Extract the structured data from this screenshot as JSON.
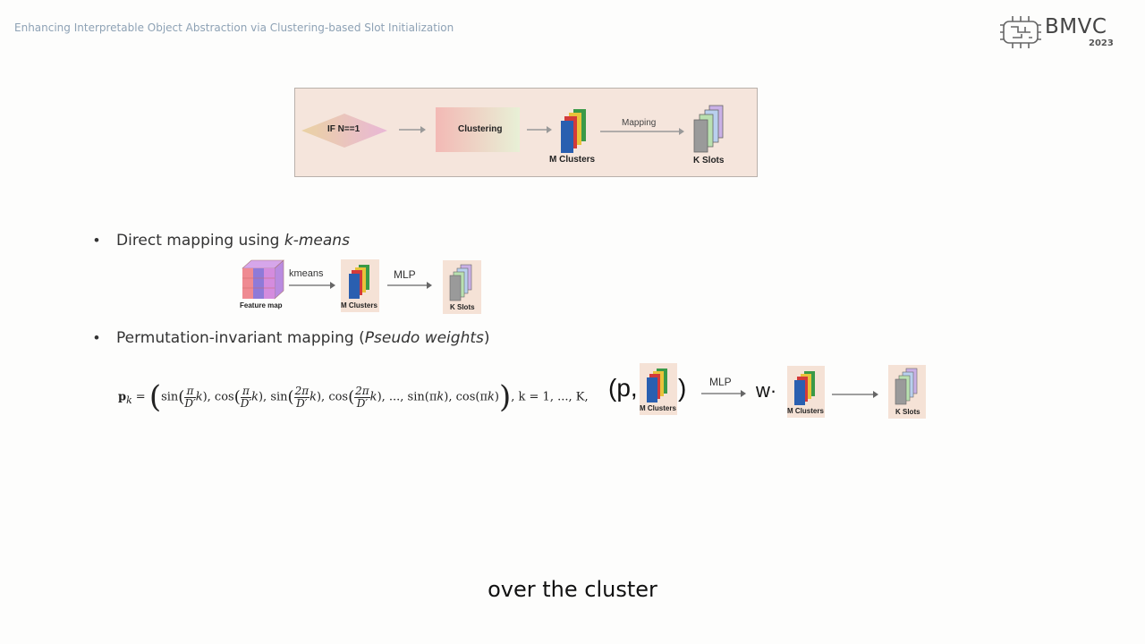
{
  "header": {
    "title": "Enhancing Interpretable Object Abstraction via Clustering-based Slot Initialization"
  },
  "logo": {
    "name": "BMVC",
    "year": "2023"
  },
  "top_diagram": {
    "condition": "IF N==1",
    "clustering": "Clustering",
    "mapping": "Mapping",
    "m_clusters": "M Clusters",
    "k_slots": "K Slots"
  },
  "bullets": {
    "b1_prefix": "Direct mapping using ",
    "b1_italic": "k-means",
    "b2_prefix": "Permutation-invariant mapping (",
    "b2_italic": "Pseudo weights",
    "b2_suffix": ")"
  },
  "kmeans_row": {
    "feature_map": "Feature map",
    "kmeans": "kmeans",
    "mlp": "MLP",
    "m_clusters": "M Clusters",
    "k_slots": "K Slots"
  },
  "pseudo_row": {
    "open": "(p,",
    "close": ")",
    "mlp": "MLP",
    "w": "w·",
    "m_clusters": "M Clusters",
    "k_slots": "K Slots"
  },
  "formula": {
    "lhs": "p",
    "lhs_sub": "k",
    "tail": ",  k = 1, ..., K,"
  },
  "caption": "over the cluster",
  "colors": {
    "cluster_blue": "#2a5fb0",
    "cluster_red": "#d33a3a",
    "cluster_yellow": "#e9c23a",
    "cluster_green": "#3a9a48",
    "slot_gray": "#9a9a9a",
    "slot_green": "#b9e0b0",
    "slot_blue": "#b9d0ee",
    "slot_purple": "#c9b0e6",
    "tag_bg": "#f5e2d6"
  }
}
